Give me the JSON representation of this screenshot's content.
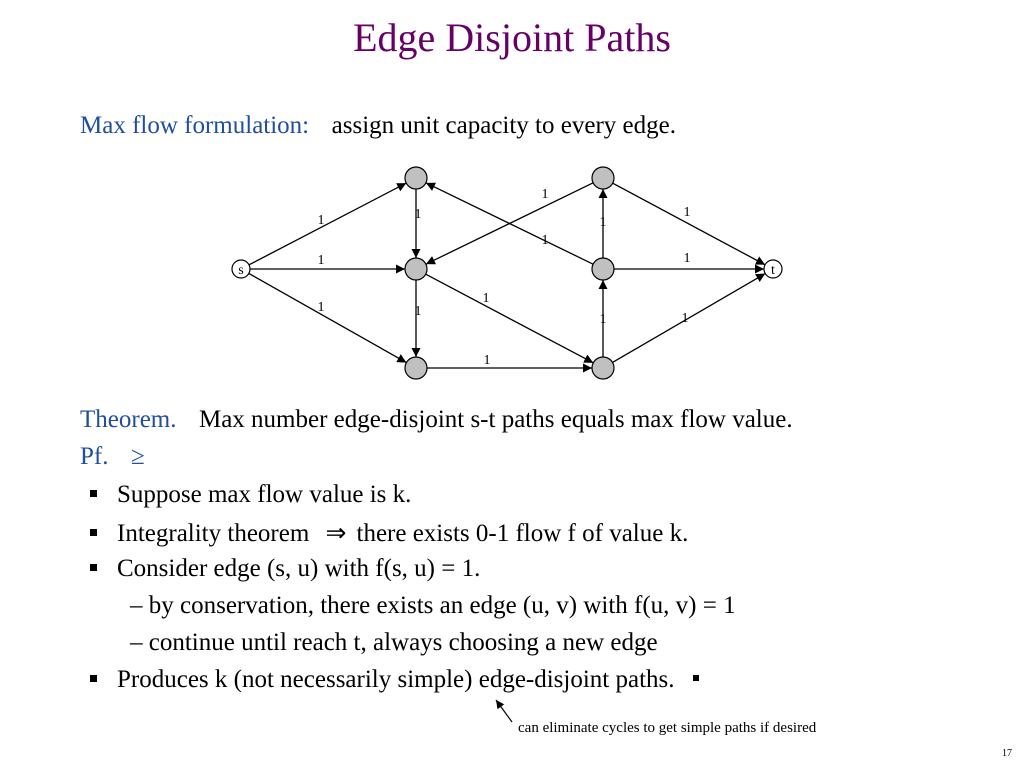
{
  "slide": {
    "title": "Edge Disjoint Paths",
    "subtitle_lead": "Max flow formulation:",
    "subtitle_rest": "assign unit capacity to every edge.",
    "page_number": "17"
  },
  "graph": {
    "node_s": "s",
    "node_t": "t",
    "capacity_label": "1"
  },
  "theorem": {
    "label": "Theorem.",
    "text": "Max number edge-disjoint s-t paths equals max flow value."
  },
  "proof": {
    "label": "Pf.",
    "symbol": "≥",
    "bullets": [
      "Suppose max flow value is k.",
      "Integrality theorem",
      "Consider edge (s, u) with f(s, u) = 1.",
      "Produces k (not necessarily simple) edge-disjoint paths."
    ],
    "implies_symbol": "⇒",
    "bullet2_rest": "there exists 0-1 flow f of value k.",
    "sub_items": [
      "– by conservation, there exists an edge (u, v) with f(u, v) = 1",
      "– continue until reach t, always choosing a new edge"
    ]
  },
  "annotation": {
    "note": "can eliminate cycles to get simple paths if desired"
  }
}
